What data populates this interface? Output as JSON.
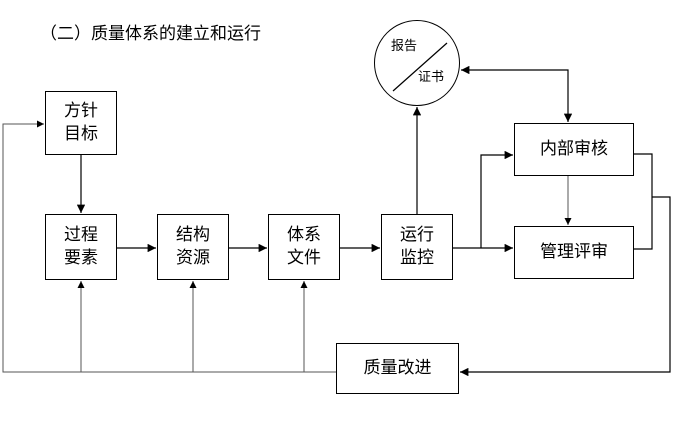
{
  "title": "（二）质量体系的建立和运行",
  "nodes": {
    "target": {
      "line1": "方针",
      "line2": "目标"
    },
    "process": {
      "line1": "过程",
      "line2": "要素"
    },
    "resource": {
      "line1": "结构",
      "line2": "资源"
    },
    "document": {
      "line1": "体系",
      "line2": "文件"
    },
    "monitor": {
      "line1": "运行",
      "line2": "监控"
    },
    "audit": {
      "label": "内部审核"
    },
    "review": {
      "label": "管理评审"
    },
    "improve": {
      "label": "质量改进"
    },
    "report": {
      "top": "报告",
      "bottom": "证书"
    }
  }
}
